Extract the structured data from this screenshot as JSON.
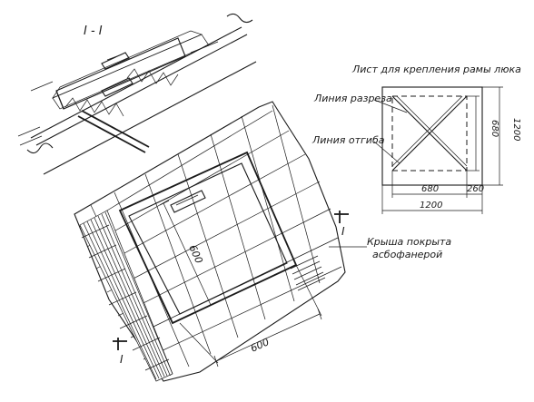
{
  "section_label": "I - I",
  "section_mark": "I",
  "sheet": {
    "title": "Лист для крепления рамы люка",
    "cut_line_label": "Линия разреза",
    "bend_line_label": "Линия отгиба",
    "dims": {
      "inner_width": "680",
      "flange": "260",
      "overall_width": "1200",
      "inner_height": "680",
      "overall_height": "1200"
    }
  },
  "roof": {
    "label_line1": "Крыша покрыта",
    "label_line2": "асбофанерой",
    "hatch_height": "600",
    "hatch_width": "600"
  }
}
